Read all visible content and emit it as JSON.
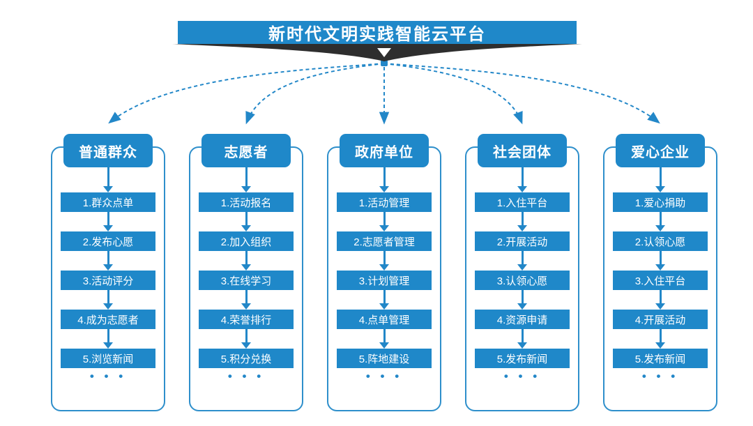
{
  "title": "新时代文明实践智能云平台",
  "ellipsis": "• • •",
  "colors": {
    "primary_blue": "#1F88C9",
    "line_blue": "#2287C8",
    "panel_border_blue": "#2E8FCB",
    "banner_dark": "#2E2E2E",
    "background": "#FFFFFF",
    "text_on_primary": "#FFFFFF"
  },
  "columns": [
    {
      "header": "普通群众",
      "items": [
        "1.群众点单",
        "2.发布心愿",
        "3.活动评分",
        "4.成为志愿者",
        "5.浏览新闻"
      ]
    },
    {
      "header": "志愿者",
      "items": [
        "1.活动报名",
        "2.加入组织",
        "3.在线学习",
        "4.荣誉排行",
        "5.积分兑换"
      ]
    },
    {
      "header": "政府单位",
      "items": [
        "1.活动管理",
        "2.志愿者管理",
        "3.计划管理",
        "4.点单管理",
        "5.阵地建设"
      ]
    },
    {
      "header": "社会团体",
      "items": [
        "1.入住平台",
        "2.开展活动",
        "3.认领心愿",
        "4.资源申请",
        "5.发布新闻"
      ]
    },
    {
      "header": "爱心企业",
      "items": [
        "1.爱心捐助",
        "2.认领心愿",
        "3.入住平台",
        "4.开展活动",
        "5.发布新闻"
      ]
    }
  ]
}
